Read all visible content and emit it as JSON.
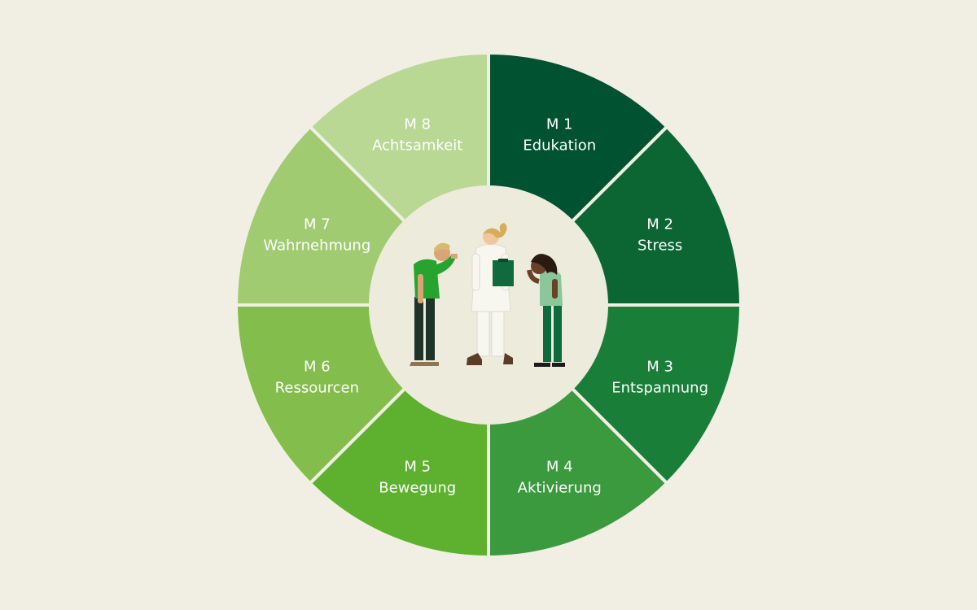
{
  "colors": {
    "background": "#f1efe3",
    "divider": "#f1efe3",
    "center": "#ecebdc"
  },
  "modules": [
    {
      "code": "M 1",
      "name": "Edukation",
      "color": "#015231"
    },
    {
      "code": "M 2",
      "name": "Stress",
      "color": "#0b6633"
    },
    {
      "code": "M 3",
      "name": "Entspannung",
      "color": "#197e38"
    },
    {
      "code": "M 4",
      "name": "Aktivierung",
      "color": "#3a9a3d"
    },
    {
      "code": "M 5",
      "name": "Bewegung",
      "color": "#5db12f"
    },
    {
      "code": "M 6",
      "name": "Ressourcen",
      "color": "#83bd4b"
    },
    {
      "code": "M 7",
      "name": "Wahrnehmung",
      "color": "#a0cb70"
    },
    {
      "code": "M 8",
      "name": "Achtsamkeit",
      "color": "#b8d893"
    }
  ],
  "illustration": {
    "figures": [
      "patient-left-figure",
      "doctor-figure",
      "patient-right-figure"
    ]
  }
}
